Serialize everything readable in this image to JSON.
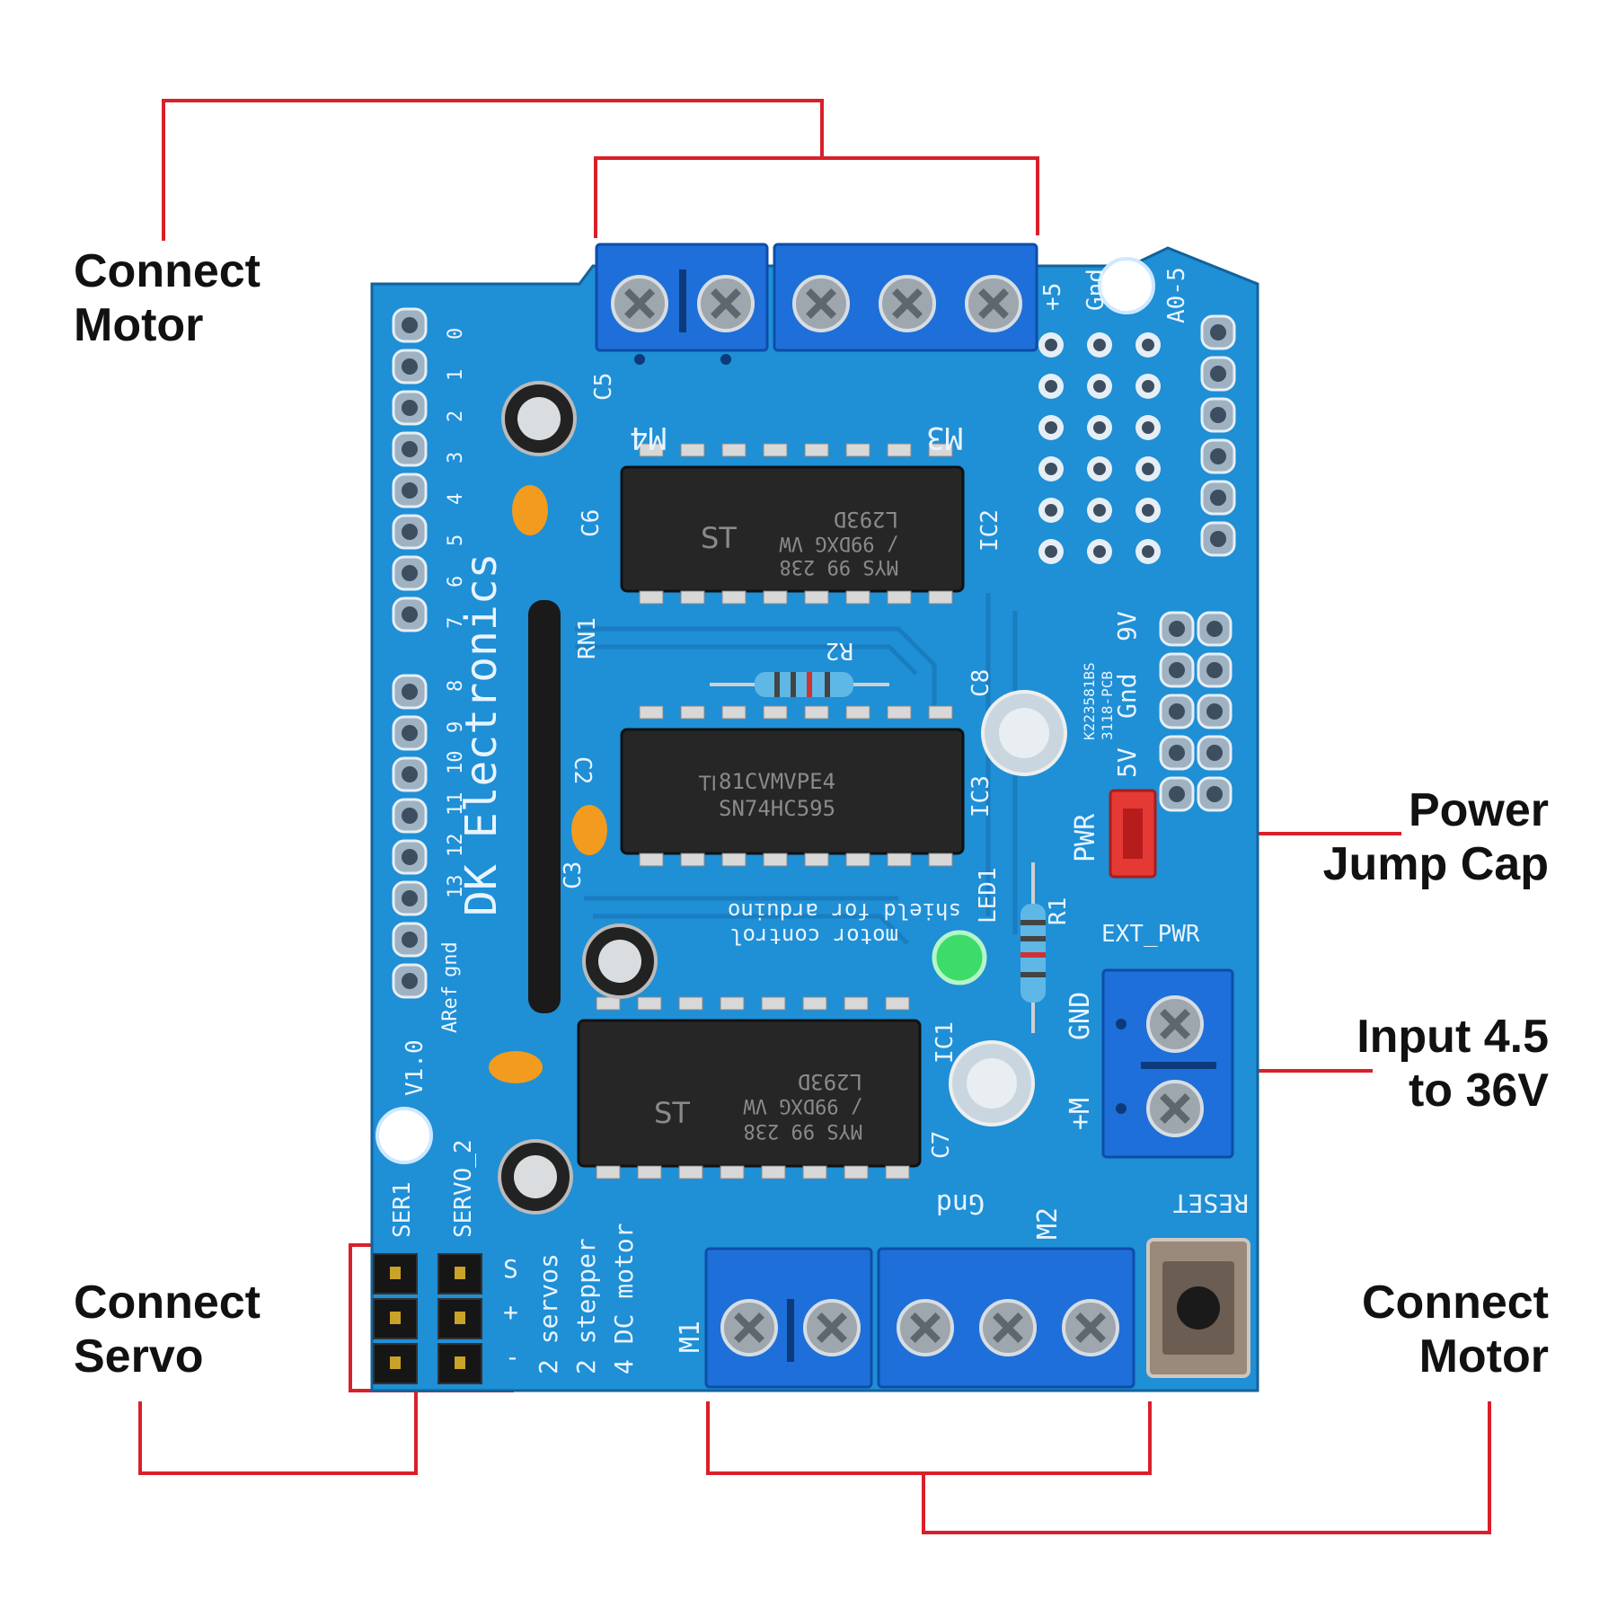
{
  "callouts": {
    "top_left": {
      "line1": "Connect",
      "line2": "Motor"
    },
    "power_jump": {
      "line1": "Power",
      "line2": "Jump Cap"
    },
    "input_voltage": {
      "line1": "Input 4.5",
      "line2": "to 36V"
    },
    "servo": {
      "line1": "Connect",
      "line2": "Servo"
    },
    "bottom_right": {
      "line1": "Connect",
      "line2": "Motor"
    }
  },
  "board": {
    "brand": "DK Electronics",
    "subtitle_line1": "motor control",
    "subtitle_line2": "shield for arduino",
    "version": "V1.0",
    "labels": {
      "m1": "M1",
      "m2": "M2",
      "m3": "M3",
      "m4": "M4",
      "c5": "C5",
      "c6": "C6",
      "c7": "C7",
      "c8": "C8",
      "c2": "C2",
      "c3": "C3",
      "ic1": "IC1",
      "ic2": "IC2",
      "ic3": "IC3",
      "r1": "R1",
      "r2": "R2",
      "rn1": "RN1",
      "led1": "LED1",
      "plus5": "+5",
      "gnd_top": "Gnd",
      "a0_5": "A0-5",
      "ext_pwr": "EXT_PWR",
      "gnd_ext": "GND",
      "plus_m": "+M",
      "pwr": "PWR",
      "reset": "RESET",
      "gnd_bottom": "Gnd",
      "ser1": "SER1",
      "servo2": "SERVO_2",
      "five_v": "5V",
      "gnd_mid": "Gnd",
      "nine_v": "9V",
      "pcb_code1": "K223581BS",
      "pcb_code2": "3118-PCB",
      "aref": "ARef",
      "gnd_pin": "gnd",
      "servos": "2 servos",
      "stepper": "2 stepper",
      "dcmotor": "4 DC motor",
      "plus_sign": "+",
      "minus_sign": "-",
      "s_sign": "S"
    },
    "pin_numbers": [
      "0",
      "1",
      "2",
      "3",
      "4",
      "5",
      "6",
      "7",
      "8",
      "9",
      "10",
      "11",
      "12",
      "13"
    ],
    "chips": {
      "top": {
        "line1": "L293D",
        "line2": "/ 99DXG VW",
        "line3": "MYS 99 238"
      },
      "middle": {
        "line1": "81CVMVPE4",
        "line2": "SN74HC595"
      },
      "bottom": {
        "line1": "L293D",
        "line2": "/ 99DXG VW",
        "line3": "MYS 99 238"
      }
    }
  },
  "colors": {
    "pcb_blue": "#1f8fd6",
    "terminal_blue": "#1e6fd9",
    "callout_red": "#d9202a",
    "chip_black": "#262626",
    "jumper_red": "#e53935",
    "led_green": "#3ddc6a"
  }
}
